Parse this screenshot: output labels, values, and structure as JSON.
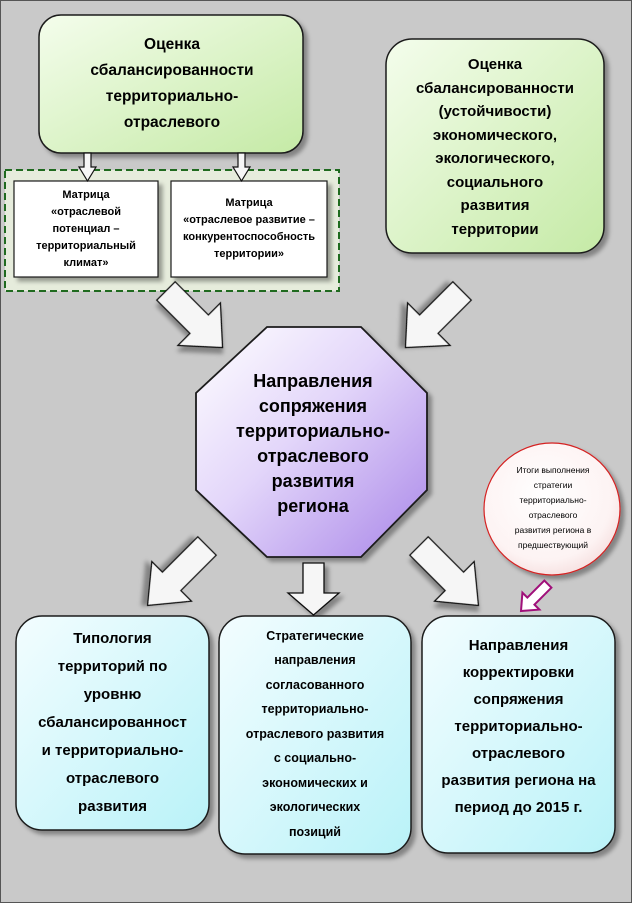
{
  "boxes": {
    "top_left": "Оценка\nсбалансированности\nтерриториально-\nотраслевого",
    "top_right": "Оценка\nсбалансированности\n(устойчивости)\nэкономического,\nэкологического,\nсоциального\nразвития\nтерритории",
    "matrix_1": "Матрица\n«отраслевой\nпотенциал –\nтерриториальный\nклимат»",
    "matrix_2": "Матрица\n«отраслевое развитие –\nконкурентоспособность\nтерритории»",
    "center": "Направления\nсопряжения\nтерриториально-\nотраслевого\nразвития\nрегиона",
    "circle": "Итоги выполнения\nстратегии\nтерриториально-\nотраслевого\nразвития региона в\nпредшествующий",
    "bottom_left": "Типология\nтерриторий по\nуровню\nсбалансированност\nи территориально-\nотраслевого\nразвития",
    "bottom_mid": "Стратегические\nнаправления\nсогласованного\nтерриториально-\nотраслевого развития\nс социально-\nэкономических и\nэкологических\nпозиций",
    "bottom_right": "Направления\nкорректировки\nсопряжения\nтерриториально-\nотраслевого\nразвития региона на\nпериод до 2015 г."
  },
  "colors": {
    "background": "#c9c9c9",
    "green_light": "#f4fdec",
    "green_dark": "#c5eaa6",
    "cyan_light": "#f3fdff",
    "cyan_dark": "#b9f2f8",
    "purple_light": "#ffffff",
    "purple_dark": "#a986e8",
    "circle_edge": "#d52020",
    "arrow_fill": "#f6f6f6",
    "small_arrow": "#a0107a"
  }
}
